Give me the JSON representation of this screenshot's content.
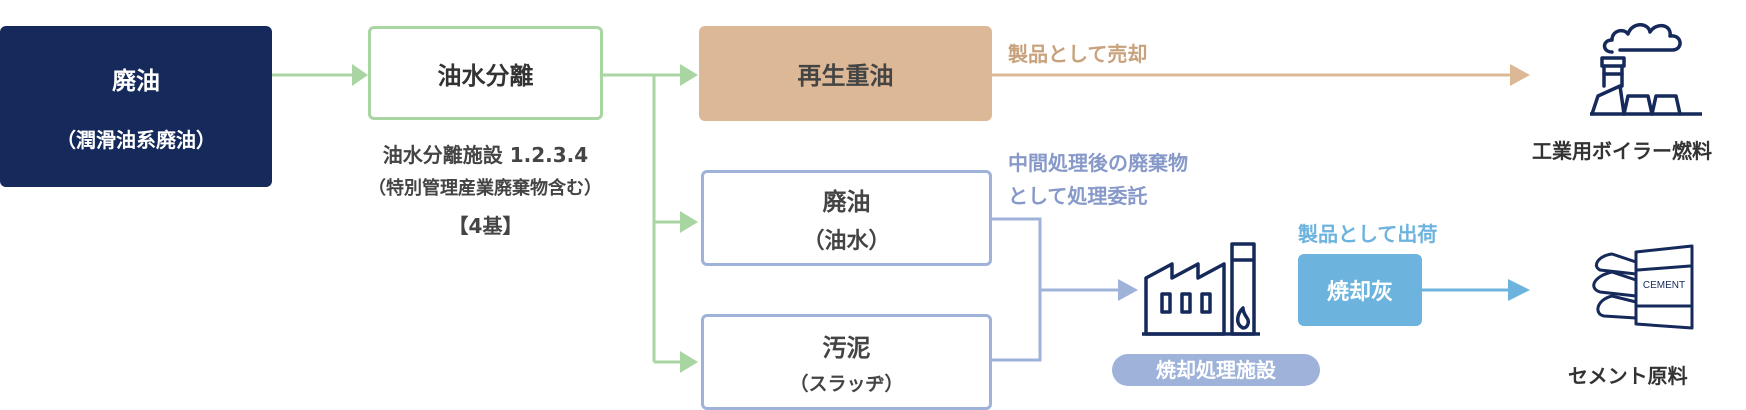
{
  "source": {
    "title": "廃油",
    "subtitle": "（潤滑油系廃油）"
  },
  "separation": {
    "title": "油水分離",
    "facility_line1": "油水分離施設 1.2.3.4",
    "facility_line2": "（特別管理産業廃棄物含む）",
    "facility_line3": "【4基】"
  },
  "recycled_oil": {
    "title": "再生重油",
    "route_label": "製品として売却",
    "destination": "工業用ボイラー燃料"
  },
  "waste_oil": {
    "title": "廃油",
    "subtitle": "（油水）"
  },
  "sludge": {
    "title": "汚泥",
    "subtitle": "（スラッヂ）"
  },
  "intermediate": {
    "label_line1": "中間処理後の廃棄物",
    "label_line2": "として処理委託"
  },
  "incineration": {
    "facility_label": "焼却処理施設"
  },
  "ash": {
    "route_label": "製品として出荷",
    "title": "焼却灰",
    "destination": "セメント原料"
  },
  "icons": {
    "cement_bag_text": "CEMENT",
    "factory": "factory-icon",
    "boiler_plant": "boiler-plant-icon",
    "cement_bag": "cement-bag-icon"
  },
  "colors": {
    "navy": "#15295a",
    "green": "#a8d5a2",
    "tan": "#ddb897",
    "blue_border": "#9fb3da",
    "blue_text": "#8799c9",
    "sky": "#6cb3de",
    "tan_text": "#c8a27c",
    "dark_text": "#333333",
    "grey_text": "#444444"
  }
}
